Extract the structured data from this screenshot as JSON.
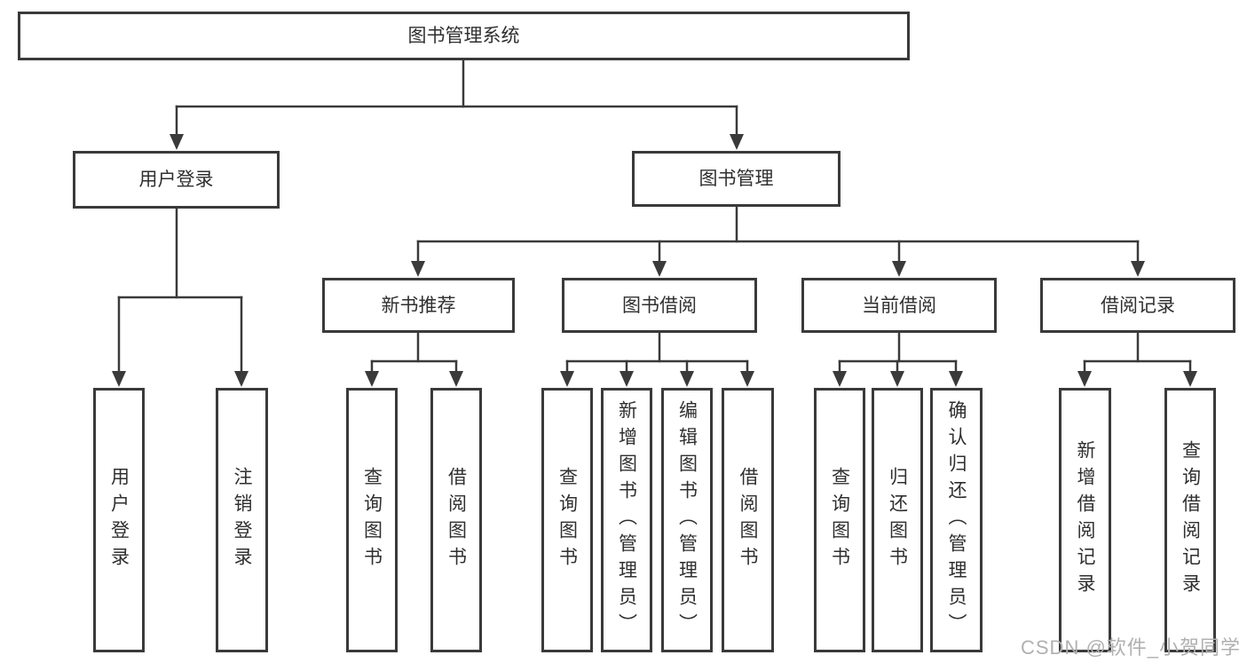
{
  "diagram": {
    "title": "图书管理系统",
    "colors": {
      "line": "#3a3a3a",
      "text": "#2f2f2f",
      "box_background": "#ffffff",
      "watermark": "#b0b0b0",
      "background": "#ffffff"
    },
    "watermark": {
      "text": "CSDN @软件_小贺同学"
    },
    "nodes": {
      "root": {
        "label": "图书管理系统"
      },
      "user_login": {
        "label": "用户登录"
      },
      "book_management": {
        "label": "图书管理"
      },
      "new_book_recommend": {
        "label": "新书推荐"
      },
      "book_borrowing": {
        "label": "图书借阅"
      },
      "current_borrowing": {
        "label": "当前借阅"
      },
      "borrowing_records": {
        "label": "借阅记录"
      },
      "leaf_user_login": {
        "label": "用户登录"
      },
      "leaf_logout": {
        "label": "注销登录"
      },
      "leaf_nb_query": {
        "label": "查询图书"
      },
      "leaf_nb_borrow": {
        "label": "借阅图书"
      },
      "leaf_bb_query": {
        "label": "查询图书"
      },
      "leaf_bb_add": {
        "label": "新增图书（管理员）"
      },
      "leaf_bb_edit": {
        "label": "编辑图书（管理员）"
      },
      "leaf_bb_borrow": {
        "label": "借阅图书"
      },
      "leaf_cb_query": {
        "label": "查询图书"
      },
      "leaf_cb_return": {
        "label": "归还图书"
      },
      "leaf_cb_confirm": {
        "label": "确认归还（管理员）"
      },
      "leaf_rec_add": {
        "label": "新增借阅记录"
      },
      "leaf_rec_query": {
        "label": "查询借阅记录"
      }
    }
  }
}
